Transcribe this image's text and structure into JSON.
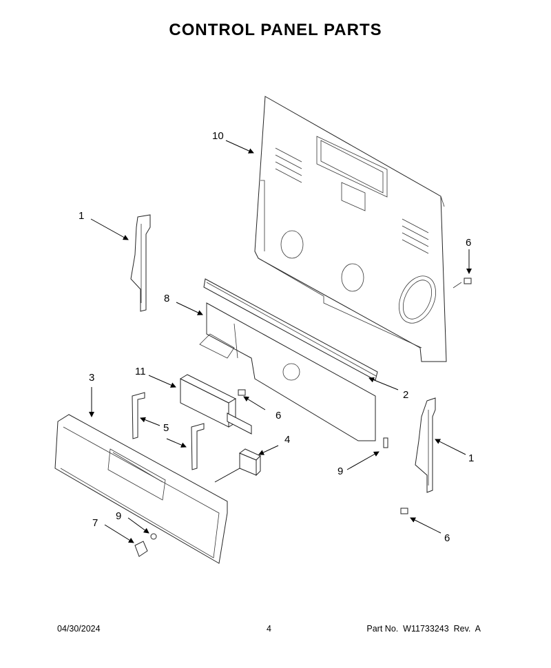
{
  "title": "CONTROL PANEL PARTS",
  "callouts": {
    "c1a": "1",
    "c1b": "1",
    "c2": "2",
    "c3": "3",
    "c4": "4",
    "c5": "5",
    "c6a": "6",
    "c6b": "6",
    "c6c": "6",
    "c7": "7",
    "c8": "8",
    "c9a": "9",
    "c9b": "9",
    "c10": "10",
    "c11": "11"
  },
  "footer": {
    "date": "04/30/2024",
    "page": "4",
    "part_no": "Part No.  W11733243  Rev.  A"
  }
}
